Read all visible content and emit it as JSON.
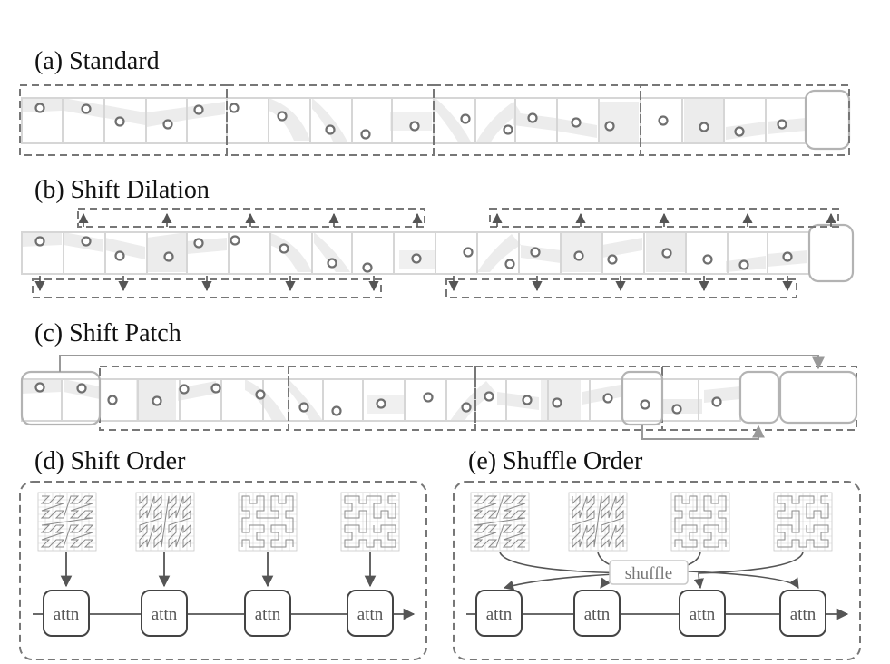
{
  "panels": {
    "standard": {
      "title": "(a) Standard"
    },
    "shift_dilation": {
      "title": "(b) Shift Dilation"
    },
    "shift_patch": {
      "title": "(c) Shift Patch"
    },
    "shift_order": {
      "title": "(d) Shift Order",
      "node_label": "attn"
    },
    "shuffle_order": {
      "title": "(e) Shuffle Order",
      "node_label": "attn",
      "shuffle_label": "shuffle"
    }
  },
  "colors": {
    "cell_border": "#d6d6d6",
    "band_fill": "#ececec",
    "dashed": "#777777",
    "rounded_box": "#b3b3b3",
    "arrow": "#555555",
    "curve_grid": "#9a9a9a"
  },
  "icons": {
    "point_marker": "circle-icon",
    "order_pattern": "space-filling-curve-icon",
    "arrow": "arrow-icon"
  }
}
